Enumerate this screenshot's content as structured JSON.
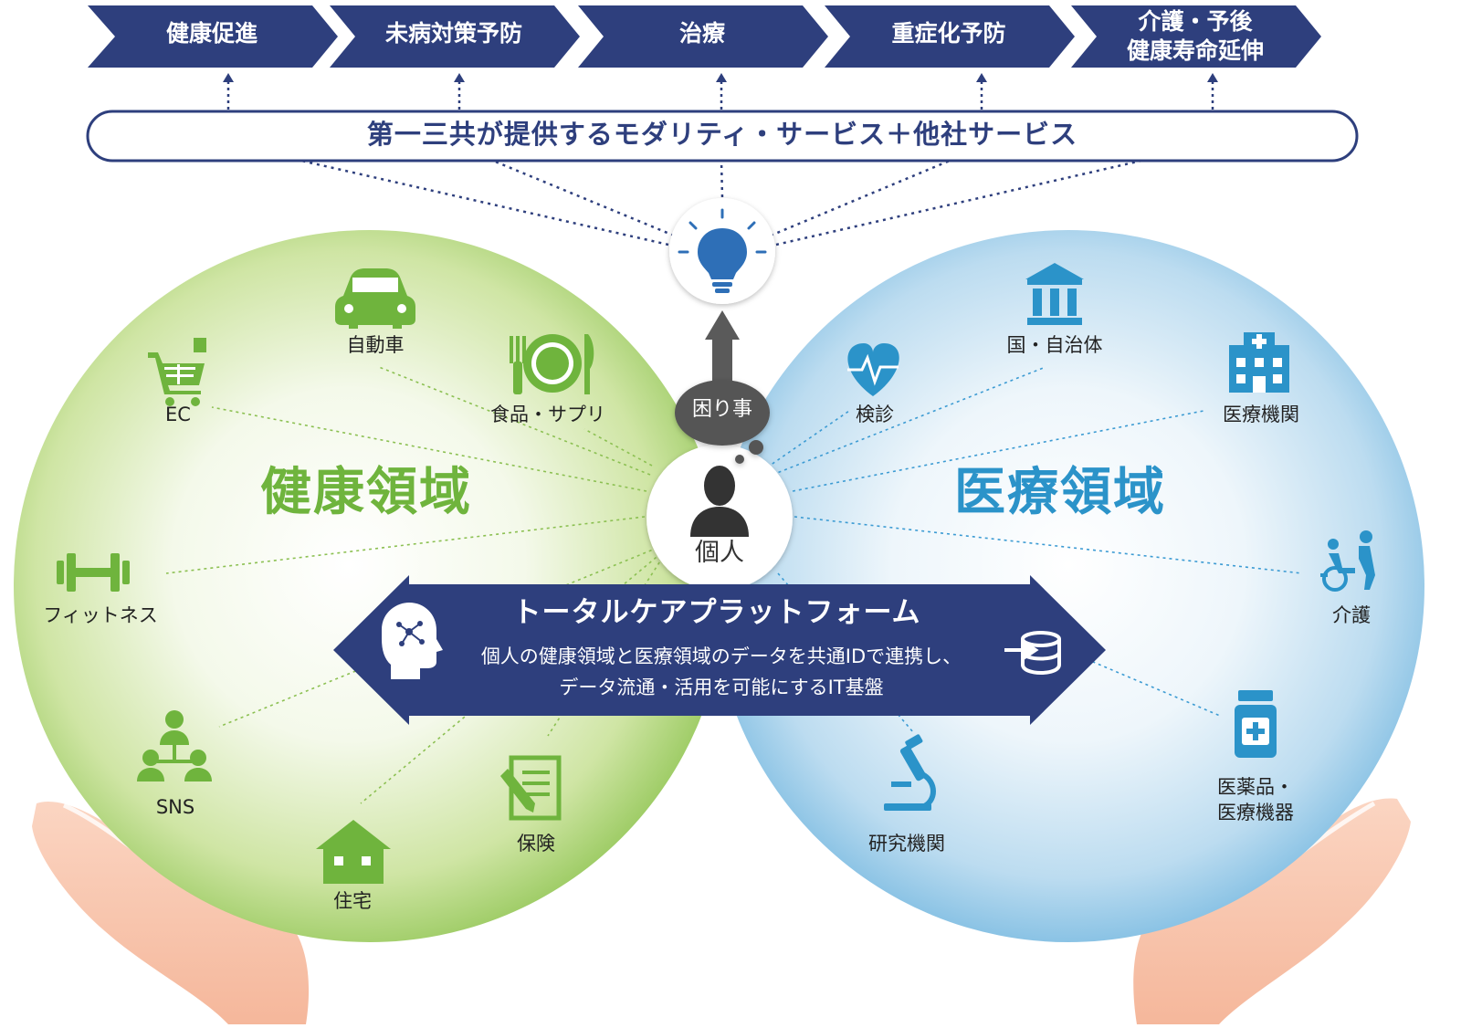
{
  "colors": {
    "navy": "#2e3f7d",
    "green": "#6fb43d",
    "blue": "#2b93c9",
    "dark_gray": "#585858"
  },
  "stages": [
    {
      "label": "健康促進"
    },
    {
      "label": "未病対策予防"
    },
    {
      "label": "治療"
    },
    {
      "label": "重症化予防"
    },
    {
      "label": "介護・予後\n健康寿命延伸"
    }
  ],
  "services_bar": {
    "label": "第一三共が提供するモダリティ・サービス＋他社サービス"
  },
  "center": {
    "idea_icon": "lightbulb-icon",
    "problem_label": "困り事",
    "person_label": "個人",
    "person_icon": "person-icon"
  },
  "health_domain": {
    "title": "健康領域",
    "items": [
      {
        "label": "自動車",
        "icon": "car-icon"
      },
      {
        "label": "EC",
        "icon": "shopping-cart-icon"
      },
      {
        "label": "食品・サプリ",
        "icon": "meal-icon"
      },
      {
        "label": "フィットネス",
        "icon": "dumbbell-icon"
      },
      {
        "label": "SNS",
        "icon": "network-people-icon"
      },
      {
        "label": "保険",
        "icon": "document-pen-icon"
      },
      {
        "label": "住宅",
        "icon": "house-icon"
      }
    ]
  },
  "medical_domain": {
    "title": "医療領域",
    "items": [
      {
        "label": "国・自治体",
        "icon": "government-building-icon"
      },
      {
        "label": "検診",
        "icon": "heartbeat-icon"
      },
      {
        "label": "医療機関",
        "icon": "hospital-icon"
      },
      {
        "label": "介護",
        "icon": "wheelchair-care-icon"
      },
      {
        "label": "医薬品・\n医療機器",
        "icon": "medicine-bottle-icon"
      },
      {
        "label": "研究機関",
        "icon": "microscope-icon"
      }
    ]
  },
  "platform": {
    "title": "トータルケアプラットフォーム",
    "desc_line1": "個人の健康領域と医療領域のデータを共通IDで連携し、",
    "desc_line2": "データ流通・活用を可能にするIT基盤",
    "left_icon": "brain-head-icon",
    "right_icon": "database-import-icon"
  }
}
